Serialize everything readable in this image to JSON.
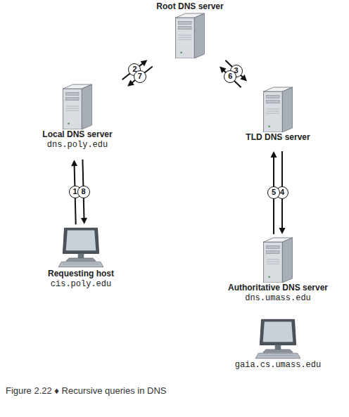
{
  "diagram": {
    "caption": "Figure 2.22 ♦ Recursive queries in DNS",
    "nodes": [
      {
        "text": [
          "Root DNS server"
        ]
      },
      {
        "text": [
          "Local DNS server",
          "dns.poly.edu"
        ]
      },
      {
        "text": [
          "TLD DNS server"
        ]
      },
      {
        "text": [
          "Requesting host",
          "cis.poly.edu"
        ]
      },
      {
        "text": [
          "Authoritative DNS server",
          "dns.umass.edu"
        ]
      },
      {
        "text": [
          "gaia.cs.umass.edu"
        ]
      }
    ],
    "edges": [
      {
        "from": 3,
        "to": 1,
        "label": "1",
        "arrow": "to"
      },
      {
        "from": 1,
        "to": 0,
        "label": "2",
        "arrow": "to"
      },
      {
        "from": 0,
        "to": 2,
        "label": "3",
        "arrow": "to"
      },
      {
        "from": 2,
        "to": 4,
        "label": "4",
        "arrow": "to"
      },
      {
        "from": 4,
        "to": 2,
        "label": "5",
        "arrow": "to"
      },
      {
        "from": 2,
        "to": 0,
        "label": "6",
        "arrow": "to"
      },
      {
        "from": 0,
        "to": 1,
        "label": "7",
        "arrow": "to"
      },
      {
        "from": 1,
        "to": 3,
        "label": "8",
        "arrow": "to"
      }
    ]
  }
}
